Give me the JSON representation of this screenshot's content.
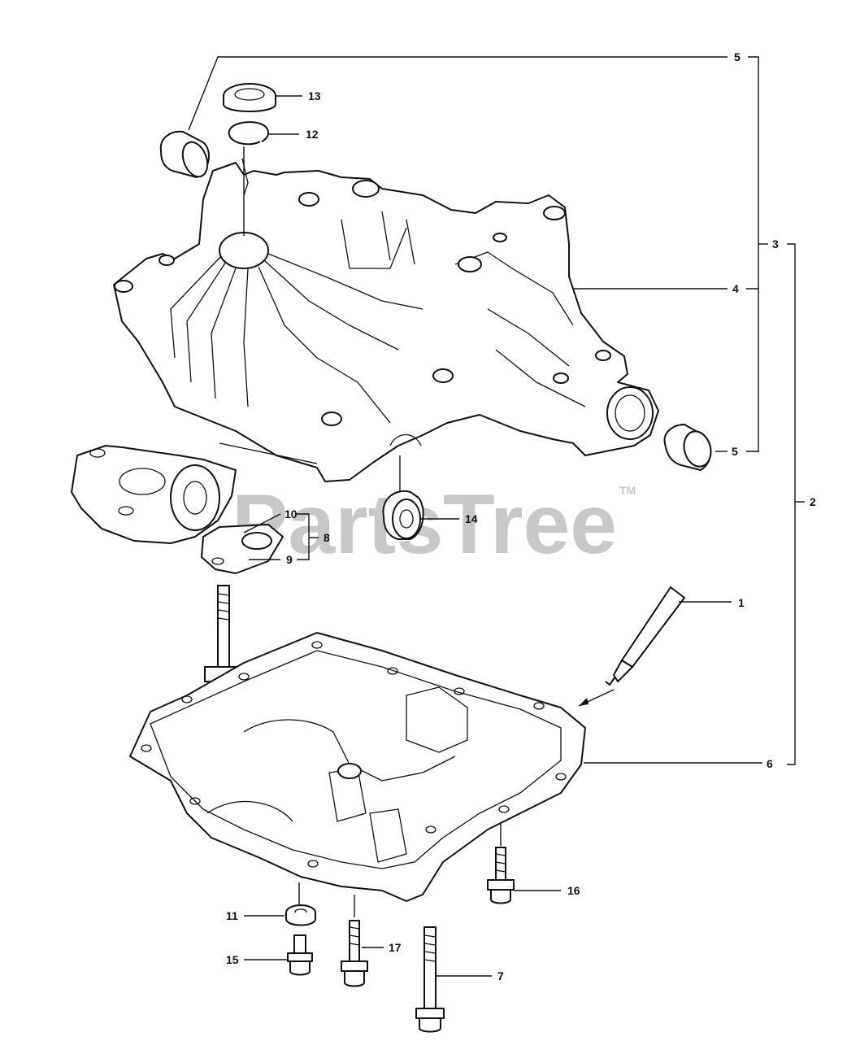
{
  "watermark": {
    "text": "PartsTree",
    "tm": "TM",
    "color": "#c8c8c8"
  },
  "line_color": "#111111",
  "callouts": {
    "c1": "1",
    "c2": "2",
    "c3": "3",
    "c4": "4",
    "c5a": "5",
    "c5b": "5",
    "c6": "6",
    "c7": "7",
    "c8": "8",
    "c9": "9",
    "c10": "10",
    "c11": "11",
    "c12": "12",
    "c13": "13",
    "c14": "14",
    "c15": "15",
    "c16": "16",
    "c17": "17"
  }
}
